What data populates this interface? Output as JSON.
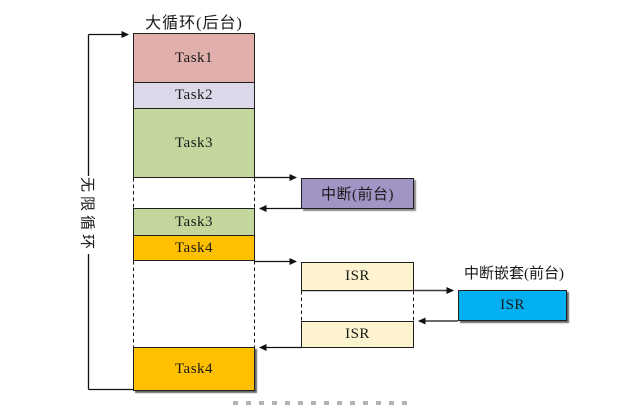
{
  "diagram": {
    "title": "大循环(后台)",
    "loop_label": "无限循环"
  },
  "column": {
    "rows": [
      {
        "label": "Task1",
        "color": "#e0afab"
      },
      {
        "label": "Task2",
        "color": "#dcd7e9"
      },
      {
        "label": "Task3",
        "color": "#c3d69b"
      },
      {
        "label": "Task3",
        "color": "#c3d69b"
      },
      {
        "label": "Task4",
        "color": "#ffc000"
      },
      {
        "label": "Task4",
        "color": "#ffc000"
      }
    ]
  },
  "foreground": {
    "interrupt_label": "中断(前台)",
    "interrupt_color": "#a195c5",
    "isr_top_label": "ISR",
    "isr_bottom_label": "ISR",
    "isr_color": "#fdf3cf",
    "nested_title": "中断嵌套(前台)",
    "nested_isr_label": "ISR",
    "nested_isr_color": "#00b0f0"
  },
  "lines": {
    "stroke_color": "#1a1a1a",
    "style": "solid arrows with dashed idle segments"
  }
}
